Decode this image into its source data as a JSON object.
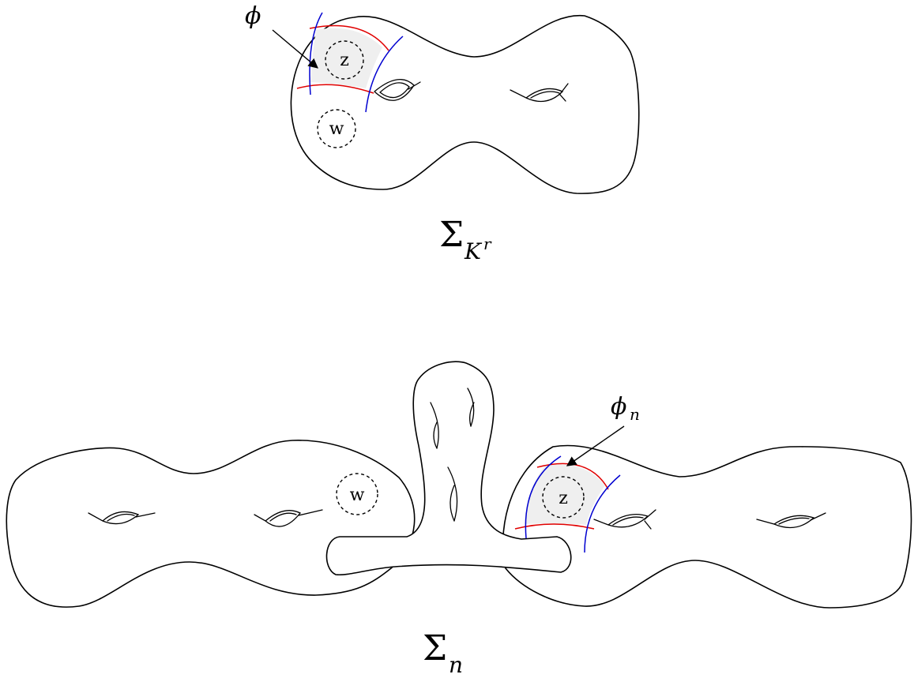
{
  "top_surface": {
    "label_main": "Σ",
    "label_sub": "K",
    "label_sup": "r",
    "basepoint_z": "z",
    "basepoint_w": "w",
    "domain_label": "ϕ"
  },
  "bottom_surface": {
    "label_main": "Σ",
    "label_sub": "n",
    "basepoint_z": "z",
    "basepoint_w": "w",
    "domain_label_main": "ϕ",
    "domain_label_sub": "n"
  },
  "colors": {
    "alpha_curve": "#e00000",
    "beta_curve": "#0000d0",
    "domain_shading": "#efefef",
    "outline": "#000000"
  }
}
